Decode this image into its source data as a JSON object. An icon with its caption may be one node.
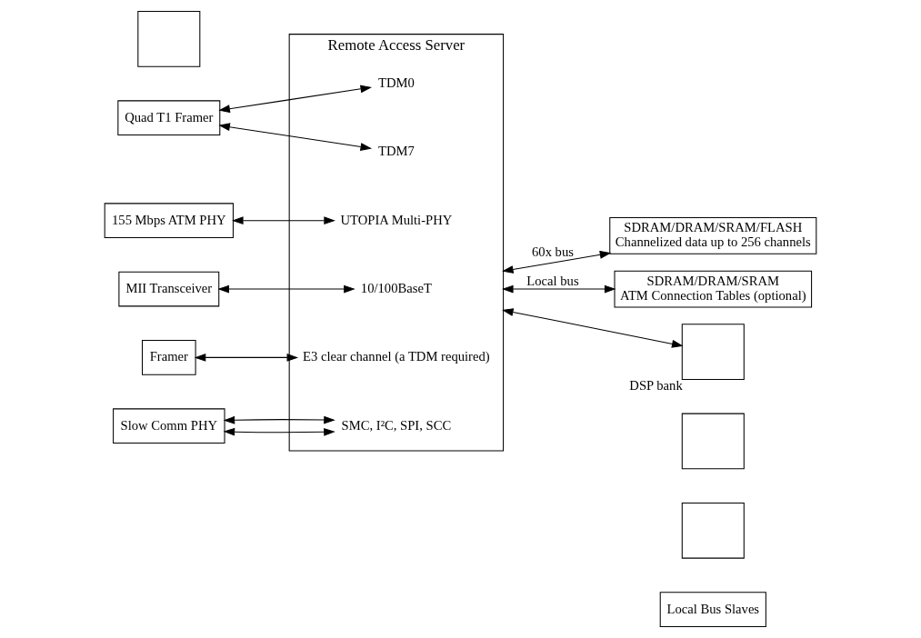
{
  "diagram": {
    "nodes": [
      {
        "text": [
          "Remote Access Server"
        ]
      },
      {
        "text": [
          "TDM0"
        ],
        "in": 0
      },
      {
        "text": [
          "TDM7"
        ],
        "in": 0
      },
      {
        "text": [
          "UTOPIA Multi-PHY"
        ],
        "in": 0
      },
      {
        "text": [
          "10/100BaseT"
        ],
        "in": 0
      },
      {
        "text": [
          "E3 clear channel (a TDM required)"
        ],
        "in": 0
      },
      {
        "text": [
          "SMC, I²C, SPI, SCC"
        ],
        "in": 0
      },
      {
        "text": [],
        "shape": "box"
      },
      {
        "text": [
          "Quad T1 Framer"
        ]
      },
      {
        "text": [
          "155 Mbps ATM PHY"
        ]
      },
      {
        "text": [
          "MII Transceiver"
        ]
      },
      {
        "text": [
          "Framer"
        ]
      },
      {
        "text": [
          "Slow Comm PHY"
        ]
      },
      {
        "text": [
          "SDRAM/DRAM/SRAM/FLASH",
          "Channelized data up to 256 channels"
        ]
      },
      {
        "text": [
          "SDRAM/DRAM/SRAM",
          "ATM Connection Tables (optional)"
        ]
      },
      {
        "text": [],
        "shape": "box",
        "beside": [
          "DSP bank"
        ]
      },
      {
        "text": [],
        "shape": "box"
      },
      {
        "text": [],
        "shape": "box"
      },
      {
        "text": [
          "Local Bus Slaves"
        ]
      }
    ],
    "edges": [
      {
        "from": 8,
        "to": 1,
        "arrow": "both"
      },
      {
        "from": 8,
        "to": 2,
        "arrow": "both"
      },
      {
        "from": 9,
        "to": 3,
        "arrow": "both"
      },
      {
        "from": 10,
        "to": 4,
        "arrow": "both"
      },
      {
        "from": 11,
        "to": 5,
        "arrow": "both"
      },
      {
        "from": 12,
        "to": 6,
        "arrow": "both"
      },
      {
        "from": 12,
        "to": 6,
        "arrow": "both"
      },
      {
        "from": 0,
        "to": 13,
        "label": "60x bus",
        "arrow": "both"
      },
      {
        "from": 0,
        "to": 14,
        "label": "Local bus",
        "arrow": "both"
      },
      {
        "from": 0,
        "to": 15,
        "arrow": "both"
      }
    ]
  }
}
